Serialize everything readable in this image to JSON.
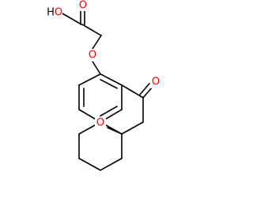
{
  "structure": {
    "atom_labels": {
      "hydroxyl_h": "H",
      "hydroxyl_o": "O",
      "carbonyl_o_acid": "O",
      "ether_o": "O",
      "ketone_o": "O",
      "ring_o": "O"
    },
    "colors": {
      "oxygen": "#ff0000",
      "hydrogen": "#000000",
      "bond": "#000000",
      "background": "#ffffff"
    }
  }
}
